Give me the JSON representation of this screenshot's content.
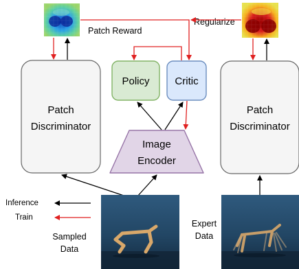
{
  "labels": {
    "patch_reward": "Patch Reward",
    "regularize": "Regularize",
    "policy": "Policy",
    "critic": "Critic",
    "patch_disc_left_1": "Patch",
    "patch_disc_left_2": "Discriminator",
    "patch_disc_right_1": "Patch",
    "patch_disc_right_2": "Discriminator",
    "encoder_1": "Image",
    "encoder_2": "Encoder",
    "legend_inference": "Inference",
    "legend_train": "Train",
    "sampled_1": "Sampled",
    "sampled_2": "Data",
    "expert_1": "Expert",
    "expert_2": "Data"
  },
  "colors": {
    "policy_fill": "#d9ead3",
    "policy_stroke": "#82b366",
    "critic_fill": "#dae8fc",
    "critic_stroke": "#6c8ebf",
    "encoder_fill": "#e1d5e7",
    "encoder_stroke": "#9673a6",
    "disc_fill": "#f5f5f5",
    "disc_stroke": "#666666",
    "train_arrow": "#e02020",
    "inference_arrow": "#000000"
  }
}
